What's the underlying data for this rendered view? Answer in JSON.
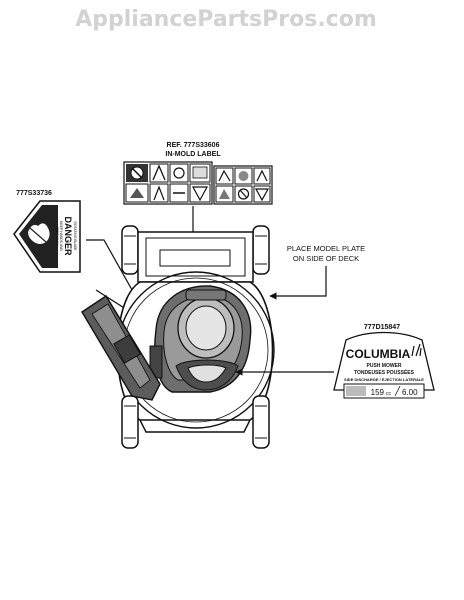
{
  "watermark": "AppliancePartsPros.com",
  "labels": {
    "top_ref": "REF. 777S33606",
    "top_name": "IN-MOLD LABEL",
    "left_part": "777S33736",
    "right_note_line1": "PLACE MODEL PLATE",
    "right_note_line2": "ON SIDE OF DECK",
    "right_part": "777D15847"
  },
  "danger_decal": {
    "word": "DANGER",
    "line1": "ROTATING BLADE",
    "line2": "KEEP HANDS AND",
    "line3": "FEET AWAY"
  },
  "columbia_decal": {
    "brand": "COLUMBIA",
    "line1": "PUSH MOWER",
    "line2": "TONDEUSES POUSSÉES",
    "line3": "SIDE DISCHARGE / ÉJECTION LATÉRALE",
    "engine_cc": "159",
    "engine_cc_unit": "cc",
    "torque": "6.00"
  },
  "colors": {
    "ink": "#111111",
    "gray": "#8a8a8a",
    "light_gray": "#cfcfcf",
    "watermark": "#d2d2d2"
  }
}
